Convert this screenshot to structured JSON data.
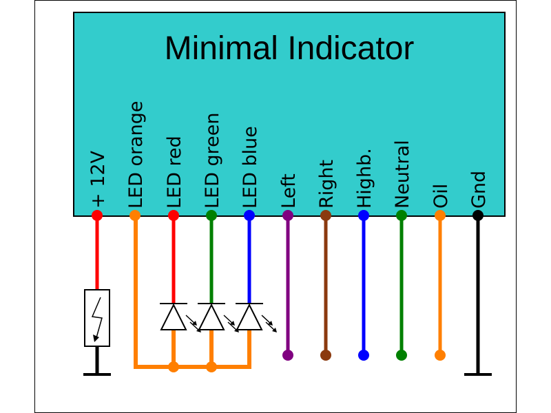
{
  "title": "Minimal Indicator",
  "colors": {
    "module": "#33CCCC",
    "background": "#FFFFFF",
    "frame": "#000000"
  },
  "pins": [
    {
      "id": "plus-12v",
      "label": "+ 12V",
      "color": "#FF0000",
      "termination": "switch-to-ground"
    },
    {
      "id": "led-orange",
      "label": "LED orange",
      "color": "#FF7F00",
      "termination": "common-bus"
    },
    {
      "id": "led-red",
      "label": "LED red",
      "color": "#FF0000",
      "termination": "led"
    },
    {
      "id": "led-green",
      "label": "LED green",
      "color": "#008000",
      "termination": "led"
    },
    {
      "id": "led-blue",
      "label": "LED blue",
      "color": "#0000FF",
      "termination": "led"
    },
    {
      "id": "left",
      "label": "Left",
      "color": "#800080",
      "termination": "dot"
    },
    {
      "id": "right",
      "label": "Right",
      "color": "#8B3A0F",
      "termination": "dot"
    },
    {
      "id": "highb",
      "label": "Highb.",
      "color": "#0000FF",
      "termination": "dot"
    },
    {
      "id": "neutral",
      "label": "Neutral",
      "color": "#008000",
      "termination": "dot"
    },
    {
      "id": "oil",
      "label": "Oil",
      "color": "#FF7F00",
      "termination": "dot"
    },
    {
      "id": "gnd",
      "label": "Gnd",
      "color": "#000000",
      "termination": "ground"
    }
  ],
  "icons": {
    "switch": "switch-icon",
    "led": "led-icon",
    "ground": "ground-icon"
  }
}
